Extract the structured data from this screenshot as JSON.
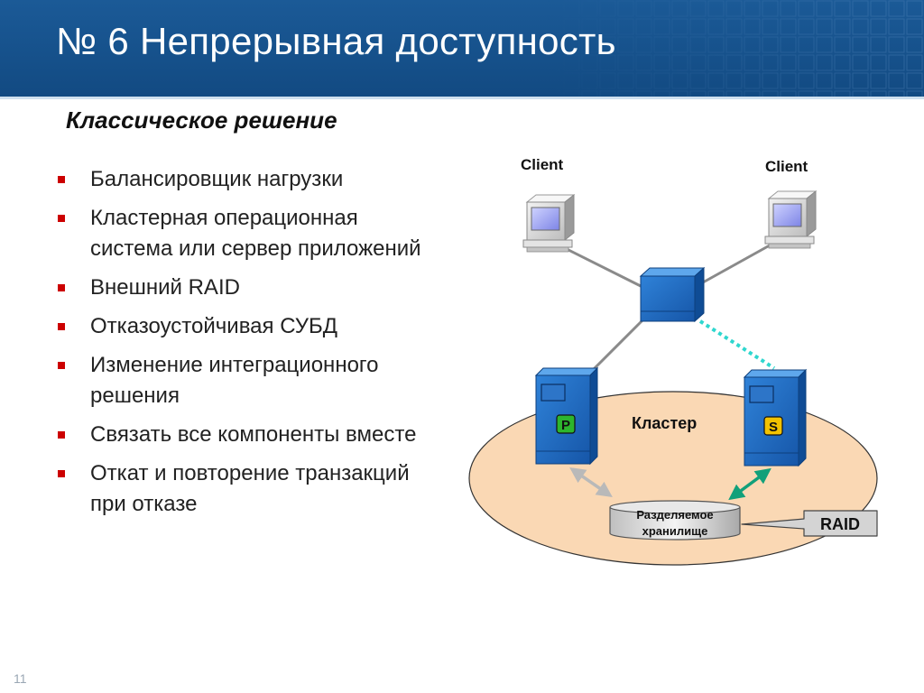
{
  "slide": {
    "title": "№ 6  Непрерывная доступность",
    "subtitle": "Классическое решение",
    "page_number": "11"
  },
  "bullets": [
    {
      "text": "Балансировщик нагрузки"
    },
    {
      "text": "Кластерная операционная система или сервер приложений"
    },
    {
      "text": "Внешний RAID"
    },
    {
      "text": "Отказоустойчивая СУБД"
    },
    {
      "text": "Изменение интеграционного решения"
    },
    {
      "text": "Связать все компоненты вместе"
    },
    {
      "text": "Откат и повторение транзакций при отказе"
    }
  ],
  "diagram": {
    "client_left_label": "Client",
    "client_right_label": "Client",
    "cluster_label": "Кластер",
    "primary_badge": "P",
    "secondary_badge": "S",
    "storage_line1": "Разделяемое",
    "storage_line2": "хранилище",
    "raid_label": "RAID",
    "colors": {
      "header": "#1b5a97",
      "bullet": "#cc0000",
      "server_blue": "#1f6ec5",
      "cluster_fill": "#fad8b4",
      "primary_badge": "#2db52d",
      "secondary_badge": "#f2c200",
      "heartbeat": "#2fd7cf",
      "active_link": "#12a07a",
      "passive_link": "#b9b9b9"
    }
  }
}
